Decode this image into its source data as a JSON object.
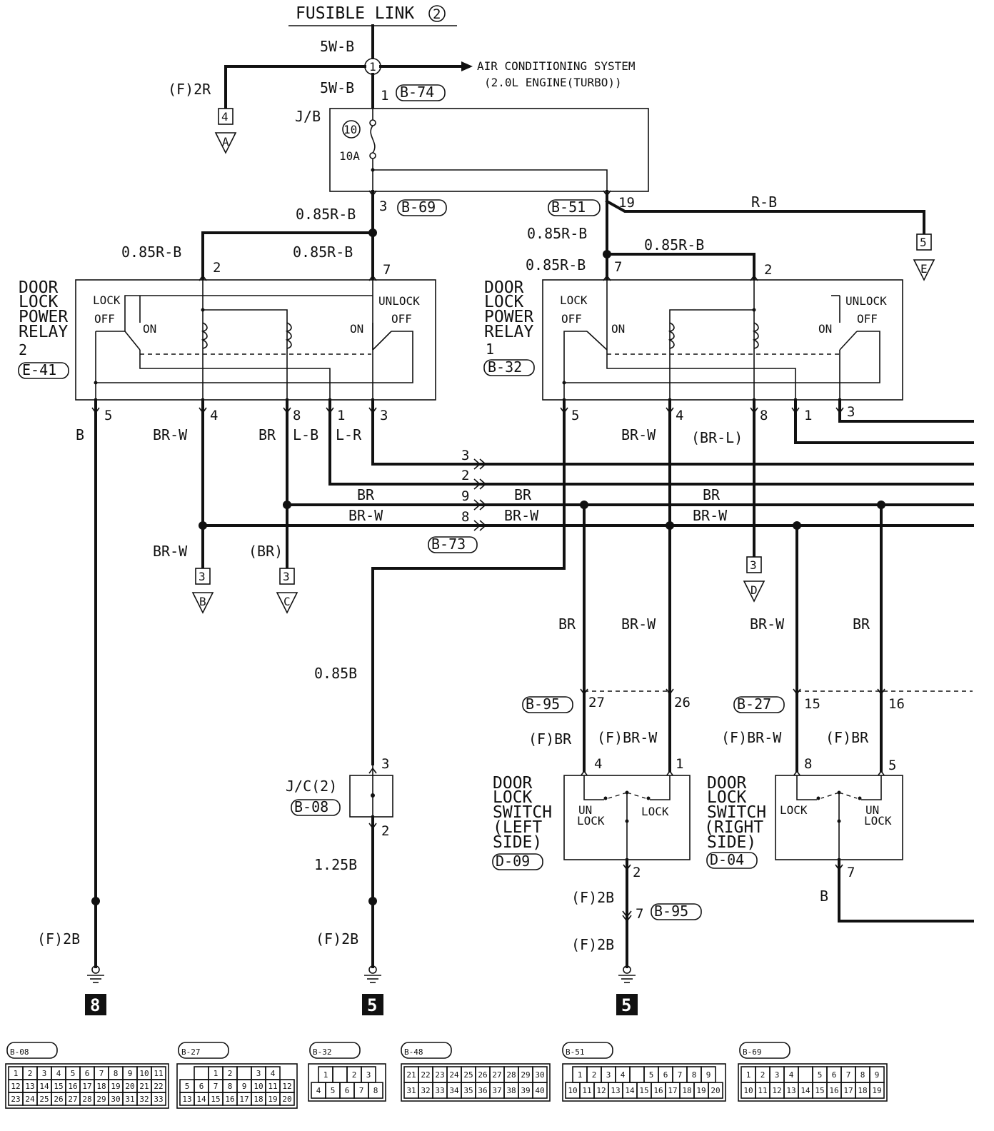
{
  "header": {
    "title": "FUSIBLE LINK",
    "title_num": "2"
  },
  "top": {
    "wire_main": "5W-B",
    "node": "1",
    "ac_label_1": "AIR CONDITIONING SYSTEM",
    "ac_label_2": "(2.0L ENGINE(TURBO))",
    "wire_2r": "(F)2R",
    "conn_a_num": "4",
    "conn_a": "A",
    "wire_jb_in": "5W-B",
    "jb_pin_in": "1",
    "jb_in_conn": "B-74",
    "jb_label": "J/B",
    "fuse_num": "10",
    "fuse_amp": "10A",
    "jb_pin_out": "3",
    "jb_out_conn": "B-69",
    "jb_pin_19": "19",
    "jb_19_conn": "B-51",
    "wire_rb": "R-B",
    "conn_e_num": "5",
    "conn_e": "E"
  },
  "wires": {
    "r085": "0.85R-B",
    "b": "B",
    "brw": "BR-W",
    "br": "BR",
    "lb": "L-B",
    "lr": "L-R",
    "brl": "(BR-L)",
    "br_paren": "(BR)",
    "b085": "0.85B",
    "b125": "1.25B",
    "f2b": "(F)2B",
    "fbr": "(F)BR",
    "fbrw": "(F)BR-W"
  },
  "relay2": {
    "title": [
      "DOOR",
      "LOCK",
      "POWER",
      "RELAY",
      "2"
    ],
    "conn": "E-41",
    "lock": "LOCK",
    "unlock": "UNLOCK",
    "off": "OFF",
    "on": "ON",
    "pins": [
      "5",
      "4",
      "8",
      "1",
      "3",
      "2",
      "7"
    ]
  },
  "relay1": {
    "title": [
      "DOOR",
      "LOCK",
      "POWER",
      "RELAY",
      "1"
    ],
    "conn": "B-32",
    "lock": "LOCK",
    "unlock": "UNLOCK",
    "off": "OFF",
    "on": "ON",
    "pins": [
      "5",
      "4",
      "8",
      "1",
      "3",
      "7",
      "2"
    ]
  },
  "bus": {
    "pins": [
      "3",
      "2",
      "9",
      "8"
    ],
    "conn": "B-73"
  },
  "refs": {
    "b": {
      "num": "3",
      "letter": "B"
    },
    "c": {
      "num": "3",
      "letter": "C"
    },
    "d": {
      "num": "3",
      "letter": "D"
    }
  },
  "jc": {
    "label": "J/C(2)",
    "conn": "B-08",
    "pin_top": "3",
    "pin_bottom": "2"
  },
  "switch_left": {
    "title": [
      "DOOR",
      "LOCK",
      "SWITCH",
      "(LEFT",
      "SIDE)"
    ],
    "conn": "D-09",
    "unlock": [
      "UN",
      "LOCK"
    ],
    "lock": "LOCK",
    "pins": [
      "4",
      "1",
      "2"
    ],
    "harness_conn": "B-95",
    "harness_pins": [
      "27",
      "26"
    ],
    "ground_pin": "7",
    "ground_conn": "B-95"
  },
  "switch_right": {
    "title": [
      "DOOR",
      "LOCK",
      "SWITCH",
      "(RIGHT",
      "SIDE)"
    ],
    "conn": "D-04",
    "lock": "LOCK",
    "unlock": [
      "UN",
      "LOCK"
    ],
    "pins": [
      "8",
      "5",
      "7"
    ],
    "harness_conn": "B-27",
    "harness_pins": [
      "15",
      "16"
    ]
  },
  "grounds": [
    "8",
    "5",
    "5"
  ],
  "connector_views": [
    {
      "name": "B-08",
      "rows": [
        [
          "1",
          "2",
          "3",
          "4",
          "5",
          "6",
          "7",
          "8",
          "9",
          "10",
          "11"
        ],
        [
          "12",
          "13",
          "14",
          "15",
          "16",
          "17",
          "18",
          "19",
          "20",
          "21",
          "22"
        ],
        [
          "23",
          "24",
          "25",
          "26",
          "27",
          "28",
          "29",
          "30",
          "31",
          "32",
          "33"
        ]
      ]
    },
    {
      "name": "B-27",
      "rows": [
        [
          "",
          "1",
          "2",
          "",
          "3",
          "4"
        ],
        [
          "5",
          "6",
          "7",
          "8",
          "9",
          "10",
          "11",
          "12"
        ],
        [
          "13",
          "14",
          "15",
          "16",
          "17",
          "18",
          "19",
          "20"
        ]
      ]
    },
    {
      "name": "B-32",
      "rows": [
        [
          "1",
          "",
          "2",
          "3"
        ],
        [
          "4",
          "5",
          "6",
          "7",
          "8"
        ]
      ]
    },
    {
      "name": "B-48",
      "rows": [
        [
          "21",
          "22",
          "23",
          "24",
          "25",
          "26",
          "27",
          "28",
          "29",
          "30"
        ],
        [
          "31",
          "32",
          "33",
          "34",
          "35",
          "36",
          "37",
          "38",
          "39",
          "40"
        ]
      ]
    },
    {
      "name": "B-51",
      "rows": [
        [
          "1",
          "2",
          "3",
          "4",
          "",
          "5",
          "6",
          "7",
          "8",
          "9"
        ],
        [
          "10",
          "11",
          "12",
          "13",
          "14",
          "15",
          "16",
          "17",
          "18",
          "19",
          "20"
        ]
      ]
    },
    {
      "name": "B-69",
      "rows": [
        [
          "1",
          "2",
          "3",
          "4",
          "",
          "5",
          "6",
          "7",
          "8",
          "9"
        ],
        [
          "10",
          "11",
          "12",
          "13",
          "14",
          "15",
          "16",
          "17",
          "18",
          "19"
        ]
      ]
    }
  ]
}
